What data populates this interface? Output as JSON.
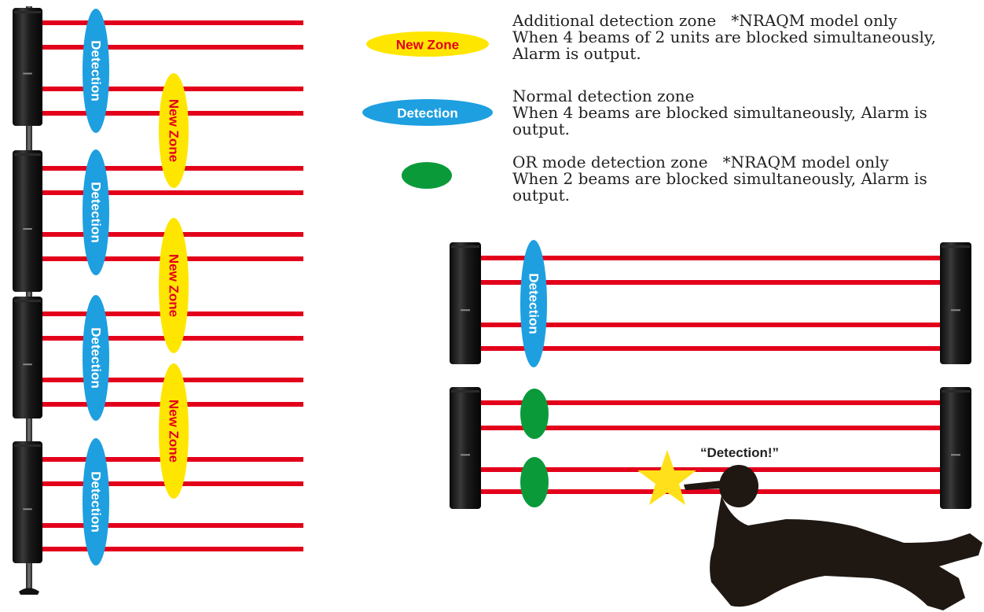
{
  "colors": {
    "beam": "#e3001b",
    "detection_zone": "#1e9fe0",
    "new_zone": "#ffe600",
    "or_zone": "#0a9a3a",
    "sensor": "#151515",
    "star": "#ffe01a",
    "person": "#1f1712"
  },
  "zone_labels": {
    "detection": "Detection",
    "new_zone": "New Zone"
  },
  "legend": {
    "new_zone": {
      "badge": "New Zone",
      "lines": [
        "Additional detection zone   *NRAQM model only",
        "When 4 beams of 2 units are blocked simultaneously,",
        "Alarm is output."
      ]
    },
    "detection": {
      "badge": "Detection",
      "lines": [
        "Normal detection zone",
        "When 4 beams are blocked simultaneously, Alarm is",
        "output."
      ]
    },
    "or_mode": {
      "badge": "",
      "lines": [
        "OR mode detection zone   *NRAQM model only",
        "When 2 beams are blocked simultaneously, Alarm is",
        "output."
      ]
    }
  },
  "callout": "“Detection!”"
}
